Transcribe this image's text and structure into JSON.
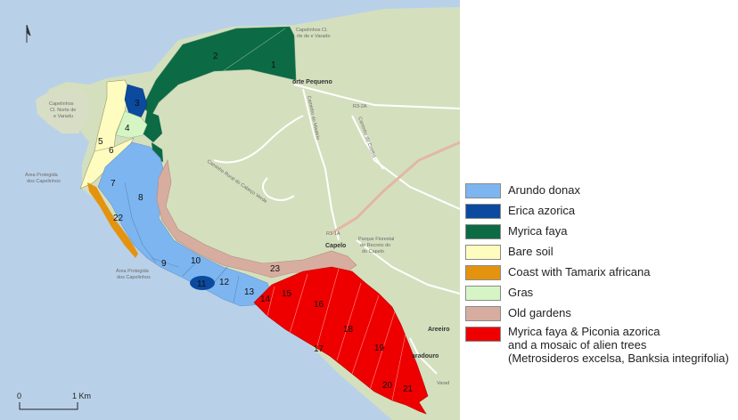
{
  "colors": {
    "sea": "#b9d1e8",
    "land": "#d4dfbe",
    "arundo": "#7db5f0",
    "erica": "#0b4a9e",
    "myrica": "#0c6a45",
    "bare": "#fffcbf",
    "tamarix": "#e4930f",
    "gras": "#d5f6c4",
    "gardens": "#d7ada0",
    "faya_piconia": "#ee0000"
  },
  "map_labels": {
    "porto_pequeno": "orte Pequeno",
    "capelo": "Capelo",
    "areeiro": "Areeiro",
    "varadouro": "aradouro",
    "protected_area_left_1": "Área Protegida",
    "protected_area_left_2": "dos Capelinhos",
    "protected_area_mid_1": "Área Protegida",
    "protected_area_mid_2": "dos Capelinhos",
    "capelinhos_1": "Capelinhos",
    "capelinhos_2": "Cl. Norte de",
    "capelinhos_3": "e Varadu",
    "capelinhos_top_1": "Capelinhos Cl.",
    "capelinhos_top_2": "rte de e Varado",
    "road_r224": "R3-2A",
    "road_r11a": "R1-1A",
    "road_vinte": "Caminho Rural do Cabeço Verde",
    "road_nw": "Caminho do Mistério",
    "road_ne": "Caminho do Coelhô",
    "parque": "Parque Florestal",
    "parque_2": "de Recreio do",
    "parque_3": "do Capelo",
    "vanda": "Varad"
  },
  "scale": {
    "zero": "0",
    "one": "1 Km"
  },
  "zones": [
    "1",
    "2",
    "3",
    "4",
    "5",
    "6",
    "7",
    "8",
    "9",
    "10",
    "11",
    "12",
    "13",
    "14",
    "15",
    "16",
    "17",
    "18",
    "19",
    "20",
    "21",
    "22",
    "23"
  ],
  "legend": [
    {
      "label": "Arundo donax",
      "color": "#7db5f0"
    },
    {
      "label": "Erica azorica",
      "color": "#0b4a9e"
    },
    {
      "label": "Myrica faya",
      "color": "#0c6a45"
    },
    {
      "label": "Bare soil",
      "color": "#fffcbf"
    },
    {
      "label": "Coast with Tamarix africana",
      "color": "#e4930f"
    },
    {
      "label": "Gras",
      "color": "#d5f6c4"
    },
    {
      "label": "Old gardens",
      "color": "#d7ada0"
    }
  ],
  "legend_multi": {
    "line1": "Myrica faya & Piconia azorica",
    "line2": "and a mosaic of alien trees",
    "line3": "(Metrosideros excelsa, Banksia integrifolia)",
    "color": "#ee0000"
  }
}
